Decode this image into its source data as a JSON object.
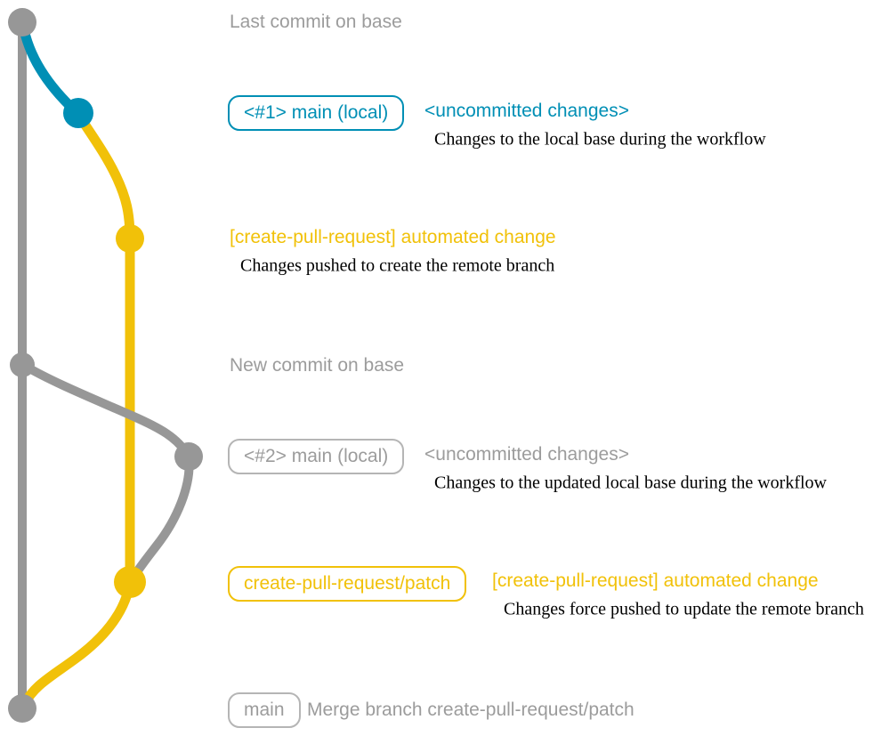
{
  "colors": {
    "gray": "#979797",
    "teal": "#008fb5",
    "gold": "#f1c109",
    "text_gray": "#9c9c9c",
    "text_black": "#000000"
  },
  "annotations": {
    "last_commit": "Last commit on base",
    "new_commit": "New commit on base"
  },
  "branch_tags": {
    "main_local_1": "<#1> main (local)",
    "main_local_2": "<#2> main (local)",
    "patch_branch": "create-pull-request/patch",
    "main": "main"
  },
  "messages": {
    "uncommitted_1": "<uncommitted changes>",
    "uncommitted_1_desc": "Changes to the local base during the workflow",
    "automated_1": "[create-pull-request] automated change",
    "automated_1_desc": "Changes pushed to create the remote branch",
    "uncommitted_2": "<uncommitted changes>",
    "uncommitted_2_desc": "Changes to the updated local base during the workflow",
    "automated_2": "[create-pull-request] automated change",
    "automated_2_desc": "Changes force pushed to update the remote branch",
    "merge": "Merge branch create-pull-request/patch"
  }
}
